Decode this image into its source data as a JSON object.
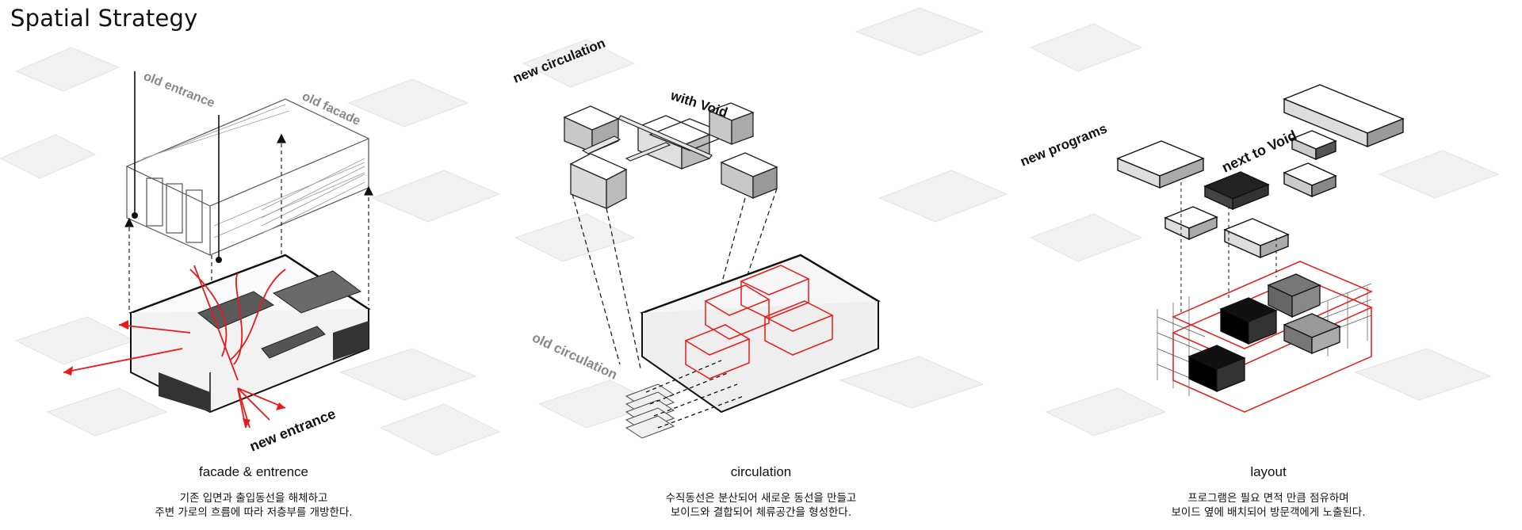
{
  "page": {
    "title": "Spatial Strategy"
  },
  "panels": [
    {
      "caption": "facade & entrence",
      "desc": [
        "기존 입면과 출입동선을 해체하고",
        "주변 가로의 흐름에 따라 저층부를 개방한다."
      ],
      "labels": {
        "old_entrance": "old entrance",
        "old_facade": "old facade",
        "new_entrance": "new entrance"
      }
    },
    {
      "caption": "circulation",
      "desc": [
        "수직동선은 분산되어 새로운 동선을 만들고",
        "보이드와 결합되어 체류공간을 형성한다."
      ],
      "labels": {
        "new_circulation": "new circulation",
        "with_void": "with Void",
        "old_circulation": "old circulation"
      }
    },
    {
      "caption": "layout",
      "desc": [
        "프로그램은 필요 면적 만큼 점유하며",
        "보이드 옆에 배치되어 방문객에게 노출된다."
      ],
      "labels": {
        "new_programs": "new programs",
        "next_to_void": "next to Void"
      }
    }
  ],
  "colors": {
    "accent": "#e8191b",
    "ink": "#111111",
    "dark_fill": "#5a5a5a",
    "context": "#ececec"
  }
}
